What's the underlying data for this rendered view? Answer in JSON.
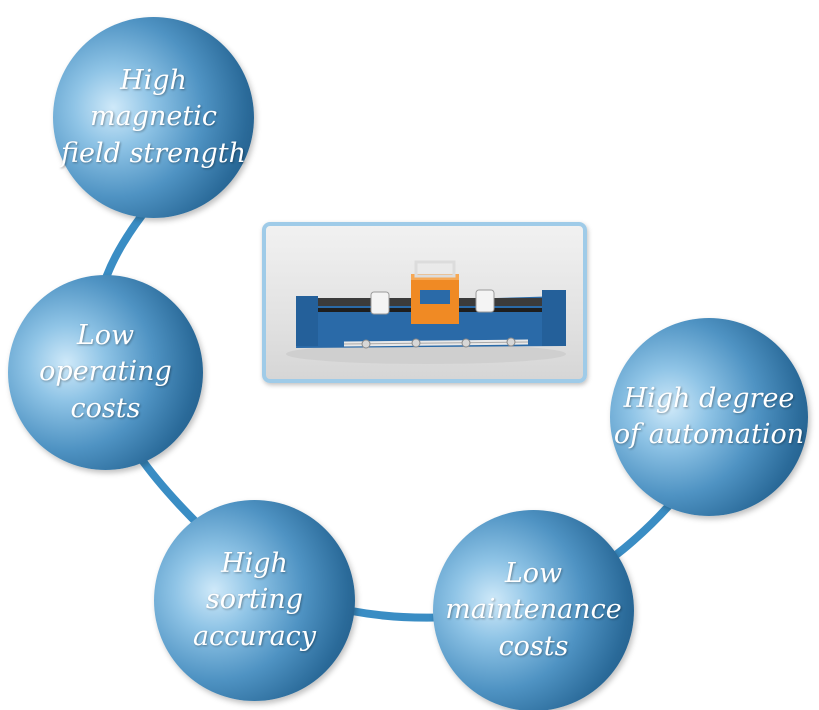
{
  "features": [
    {
      "label": "High magnetic\nfield strength"
    },
    {
      "label": "Low\noperating\ncosts"
    },
    {
      "label": "High\nsorting\naccuracy"
    },
    {
      "label": "Low\nmaintenance\ncosts"
    },
    {
      "label": "High degree\nof automation"
    }
  ],
  "colors": {
    "connector": "#3a8dc4",
    "frame_border": "#9fcbe8",
    "machine_body": "#2a6aa8",
    "machine_head": "#f08a24"
  },
  "photo": {
    "subject": "magnetic separator machine"
  }
}
